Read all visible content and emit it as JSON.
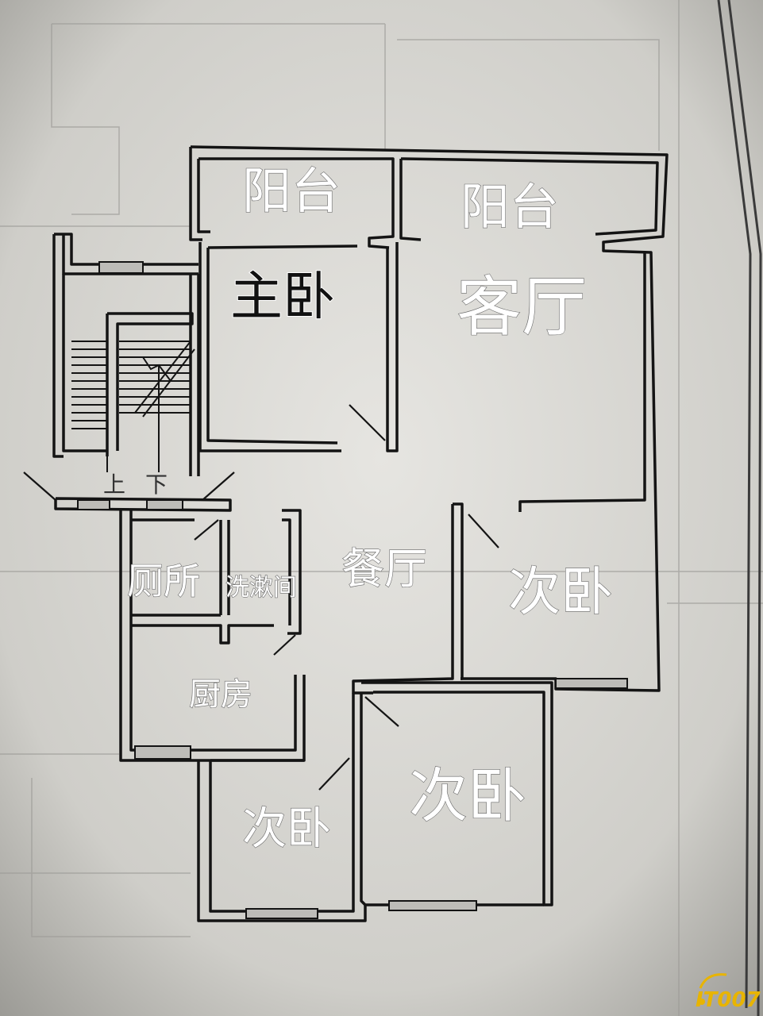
{
  "rooms": {
    "balcony_left": "阳台",
    "balcony_right": "阳台",
    "master_bedroom": "主卧",
    "living_room": "客厅",
    "dining_room": "餐厅",
    "toilet": "厕所",
    "washroom": "洗漱间",
    "kitchen": "厨房",
    "second_bedroom_right": "次卧",
    "second_bedroom_center": "次卧",
    "second_bedroom_bottom": "次卧"
  },
  "stairs": {
    "up": "上",
    "down": "下"
  },
  "watermark": "IT007",
  "colors": {
    "paper": "#c9c8c4",
    "wall": "#141414",
    "label_fill": "#ffffff",
    "watermark": "#e8b400"
  }
}
